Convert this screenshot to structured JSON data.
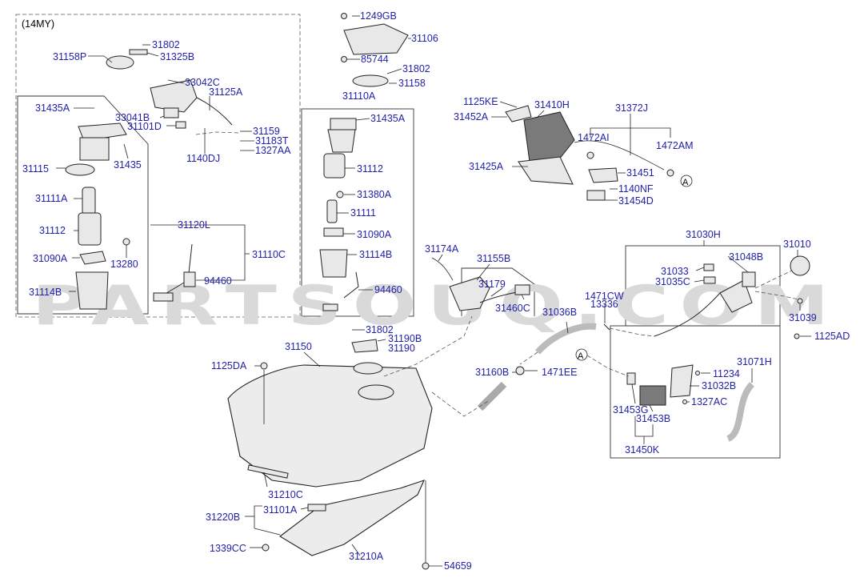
{
  "diagram": {
    "variant_caption": "(14MY)",
    "watermark": "PARTSOUQ.COM",
    "connector_marker": "A",
    "labels": {
      "p31802a": "31802",
      "p31158p": "31158P",
      "p31325b": "31325B",
      "p33042c": "33042C",
      "p31125a": "31125A",
      "p31435a_left": "31435A",
      "p33041b": "33041B",
      "p31101d": "31101D",
      "p31159": "31159",
      "p31183t": "31183T",
      "p1327aa": "1327AA",
      "p31435": "31435",
      "p1140dj": "1140DJ",
      "p31115": "31115",
      "p31111a": "31111A",
      "p31112_left": "31112",
      "p13280": "13280",
      "p31090a_left": "31090A",
      "p31114b_left": "31114B",
      "p31120l": "31120L",
      "p31110c": "31110C",
      "p94460_left": "94460",
      "p1249gb": "1249GB",
      "p31106": "31106",
      "p85744": "85744",
      "p31802b": "31802",
      "p31158": "31158",
      "p31110a": "31110A",
      "p31435a_mid": "31435A",
      "p31112_mid": "31112",
      "p31380a": "31380A",
      "p31111": "31111",
      "p31090a_mid": "31090A",
      "p31114b_mid": "31114B",
      "p94460_mid": "94460",
      "p1125ke": "1125KE",
      "p31410h": "31410H",
      "p31372j": "31372J",
      "p31452a": "31452A",
      "p1472ai": "1472AI",
      "p1472am": "1472AM",
      "p31425a": "31425A",
      "p31451": "31451",
      "p1140nf": "1140NF",
      "p31454d": "31454D",
      "p31174a": "31174A",
      "p31155b": "31155B",
      "p31179": "31179",
      "p31460c": "31460C",
      "p1471cw": "1471CW",
      "p13336": "13336",
      "p31036b": "31036B",
      "p31030h": "31030H",
      "p31010": "31010",
      "p31033": "31033",
      "p31048b": "31048B",
      "p31035c": "31035C",
      "p31039": "31039",
      "p1125ad": "1125AD",
      "p31802c": "31802",
      "p31190b": "31190B",
      "p31190": "31190",
      "p31150": "31150",
      "p1125da": "1125DA",
      "p31160b": "31160B",
      "p1471ee": "1471EE",
      "p31071h": "31071H",
      "p11234": "11234",
      "p31032b": "31032B",
      "p1327ac": "1327AC",
      "p31453g": "31453G",
      "p31453b": "31453B",
      "p31450k": "31450K",
      "p31210c": "31210C",
      "p31101a": "31101A",
      "p31220b": "31220B",
      "p1339cc": "1339CC",
      "p31210a": "31210A",
      "p54659": "54659"
    }
  }
}
